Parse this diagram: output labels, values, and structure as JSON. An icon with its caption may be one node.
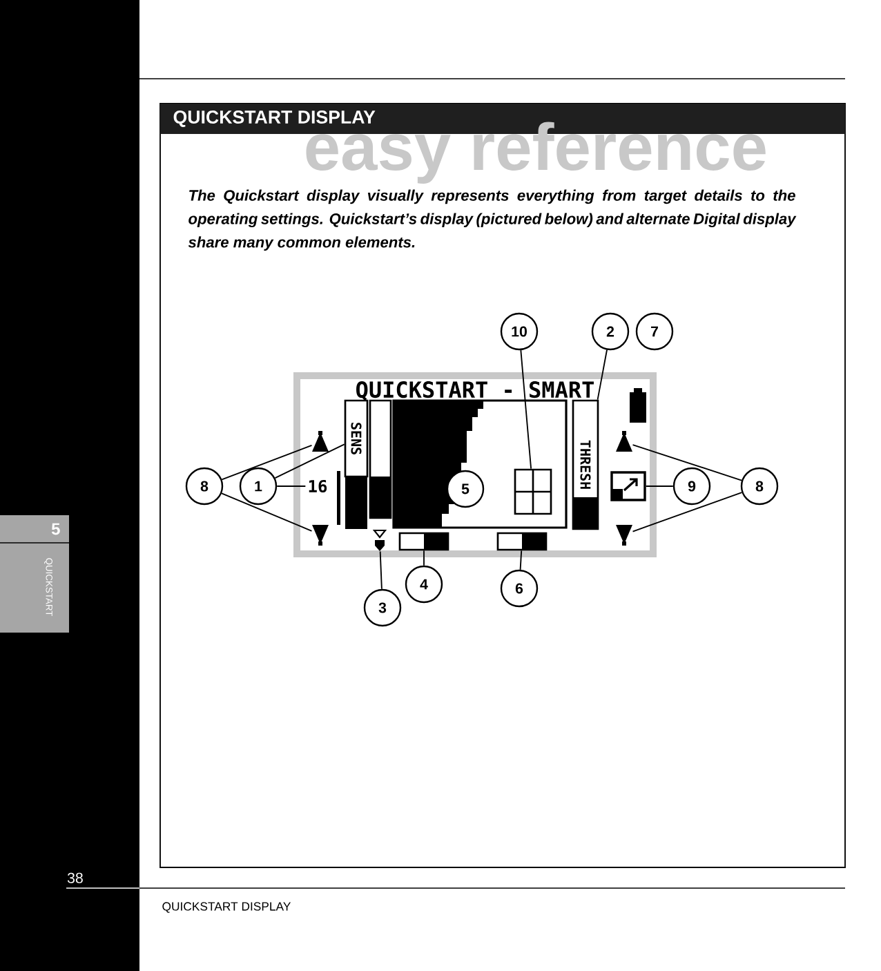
{
  "diagram": {
    "title": "QUICKSTART DISPLAY",
    "nodes": [
      {
        "text": [
          "QUICKSTART - SMART"
        ]
      },
      {
        "text": [
          "8"
        ]
      },
      {
        "text": [
          "1"
        ]
      },
      {
        "text": [
          "5"
        ],
        "in": 0
      },
      {
        "text": [
          "10"
        ]
      },
      {
        "text": [
          "2"
        ]
      },
      {
        "text": [
          "7"
        ]
      },
      {
        "text": [
          "9"
        ]
      },
      {
        "text": [
          "8"
        ]
      },
      {
        "text": [
          "4"
        ]
      },
      {
        "text": [
          "6"
        ]
      },
      {
        "text": [
          "3"
        ]
      },
      {
        "text": [
          "SENS"
        ],
        "in": 0
      },
      {
        "text": [
          "16"
        ],
        "in": 0
      },
      {
        "text": [
          "THRESH"
        ],
        "in": 0
      },
      {
        "text": [],
        "shape": "triangle",
        "in": 0
      },
      {
        "text": [],
        "shape": "triangle",
        "in": 0
      },
      {
        "text": [],
        "shape": "triangle",
        "in": 0
      },
      {
        "text": [],
        "shape": "triangle",
        "in": 0
      },
      {
        "text": [],
        "shape": "triangle",
        "in": 0
      },
      {
        "text": [],
        "shape": "bar",
        "in": 0
      },
      {
        "text": [],
        "shape": "bar",
        "in": 0
      },
      {
        "text": [],
        "shape": "box",
        "in": 0
      },
      {
        "text": [],
        "shape": "box",
        "in": 0
      }
    ],
    "edges": [
      {
        "from": 1,
        "to": 15,
        "arrow": "none"
      },
      {
        "from": 1,
        "to": 16,
        "arrow": "none"
      },
      {
        "from": 2,
        "to": 12,
        "arrow": "none"
      },
      {
        "from": 2,
        "to": 13,
        "arrow": "none"
      },
      {
        "from": 4,
        "to": 22,
        "arrow": "none"
      },
      {
        "from": 5,
        "to": 14,
        "arrow": "none"
      },
      {
        "from": 7,
        "to": 23,
        "arrow": "none"
      },
      {
        "from": 8,
        "to": 17,
        "arrow": "none"
      },
      {
        "from": 8,
        "to": 18,
        "arrow": "none"
      },
      {
        "from": 9,
        "to": 20,
        "arrow": "none"
      },
      {
        "from": 10,
        "to": 21,
        "arrow": "none"
      },
      {
        "from": 11,
        "to": 19,
        "arrow": "none"
      }
    ],
    "labels": [
      "easy reference",
      "The Quickstart display visually represents everything from target details to the operating settings. Quickstart’s display (pictured below) and alternate Digital display share many common elements.",
      "5",
      "QUICKSTART",
      "38",
      "QUICKSTART DISPLAY"
    ]
  }
}
